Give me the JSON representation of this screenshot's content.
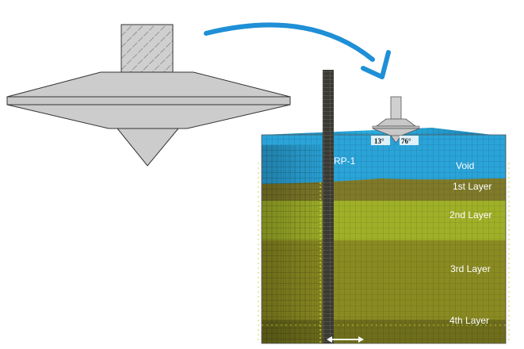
{
  "colors": {
    "background": "#ffffff",
    "arrow": "#1f8fd6",
    "tool_fill": "#cccccc",
    "tool_stroke": "#333333",
    "void_layer": "#2aa3d8",
    "layer_1": "#7f7a2a",
    "layer_2": "#9fb028",
    "layer_3": "#8a8a22",
    "layer_4": "#6e6e1c",
    "label_text": "#ffffff"
  },
  "icons": {
    "transition": "curved-arrow-icon",
    "dimension": "double-headed-arrow-icon"
  },
  "reference_point": "RP-1",
  "angles": {
    "left": "13°",
    "right": "76°"
  },
  "layers": [
    {
      "name": "Void"
    },
    {
      "name": "1st Layer"
    },
    {
      "name": "2nd Layer"
    },
    {
      "name": "3rd Layer"
    },
    {
      "name": "4th Layer"
    }
  ]
}
